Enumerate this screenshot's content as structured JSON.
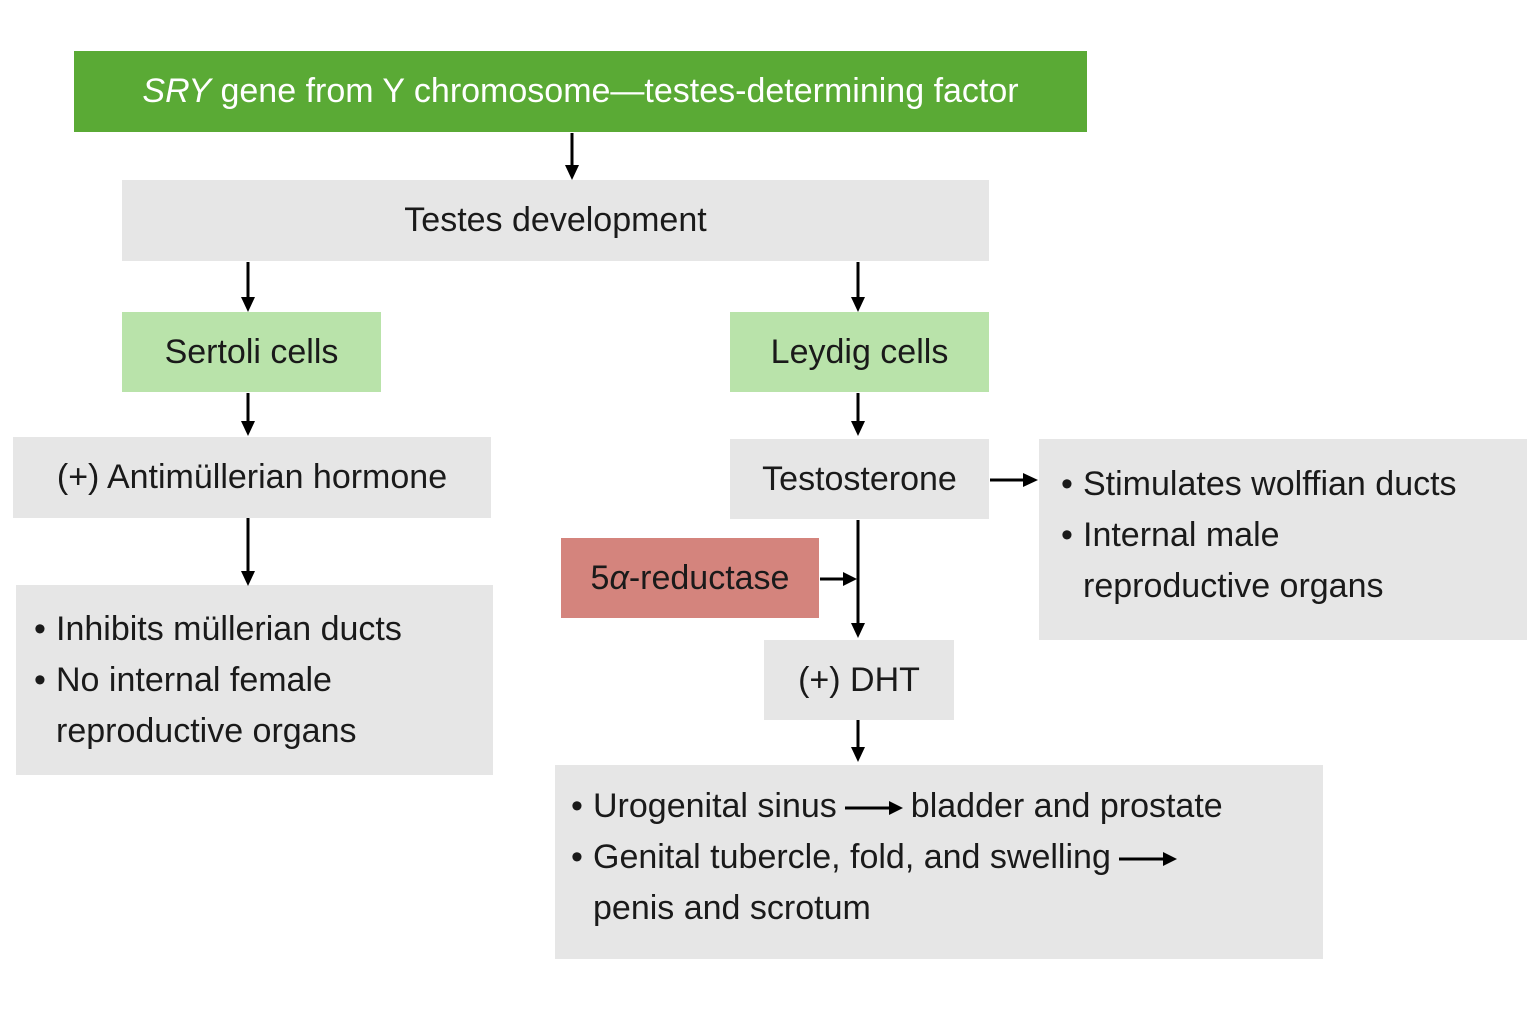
{
  "sry_box": {
    "italic": "SRY",
    "rest": " gene from Y chromosome—testes-determining factor"
  },
  "testes_box": {
    "label": "Testes development"
  },
  "sertoli_box": {
    "label": "Sertoli cells"
  },
  "leydig_box": {
    "label": "Leydig cells"
  },
  "amh_box": {
    "label": "(+) Antimüllerian hormone"
  },
  "testosterone_box": {
    "label": "Testosterone"
  },
  "reductase_box": {
    "prefix": "5",
    "alpha": "α",
    "suffix": "-reductase"
  },
  "dht_box": {
    "label": "(+) DHT"
  },
  "mullerian_list": {
    "bullet": "•",
    "item1": "Inhibits müllerian ducts",
    "item2_line1": "No internal female",
    "item2_line2": "reproductive organs"
  },
  "wolffian_list": {
    "bullet": "•",
    "item1": "Stimulates wolffian ducts",
    "item2_line1": "Internal male",
    "item2_line2": "reproductive organs"
  },
  "dht_list": {
    "bullet": "•",
    "item1_a": "Urogenital sinus",
    "item1_b": "bladder and prostate",
    "item2_a": "Genital tubercle, fold, and swelling",
    "item2_line2": "penis and scrotum"
  },
  "colors": {
    "sry_green": "#5aaa35",
    "cell_green": "#b9e3aa",
    "box_gray": "#e6e6e6",
    "reductase_red": "#d4847d",
    "arrow": "#000000"
  }
}
